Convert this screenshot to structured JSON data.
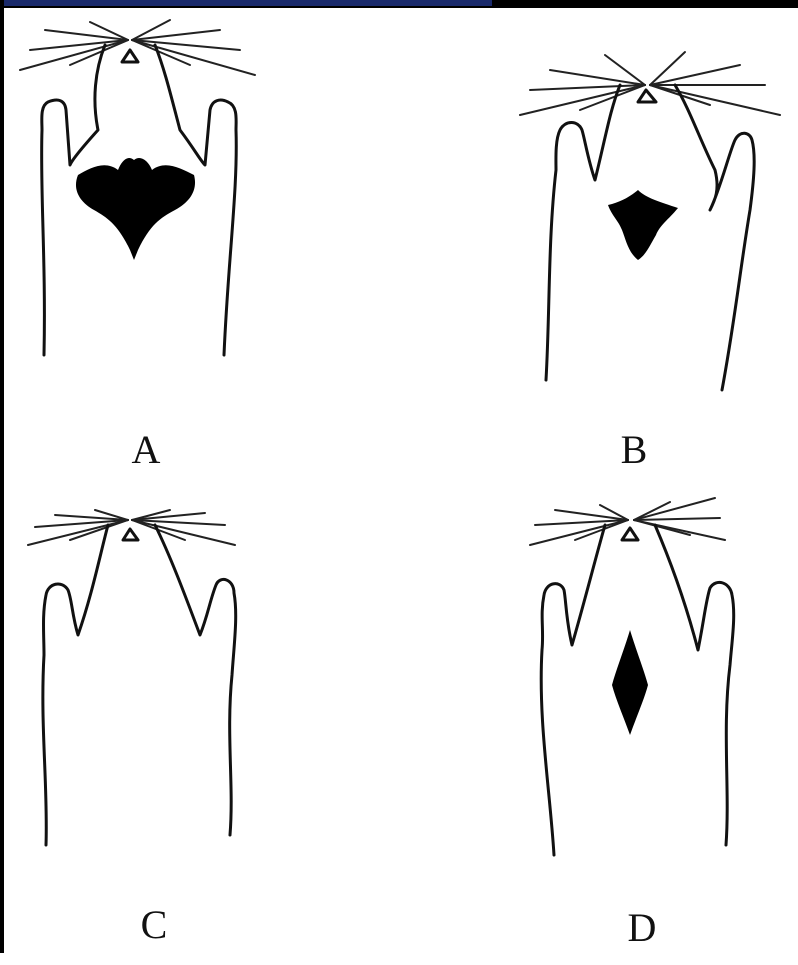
{
  "figure": {
    "panels": [
      {
        "id": "A",
        "label": "A",
        "mark": "large-crescent"
      },
      {
        "id": "B",
        "label": "B",
        "mark": "four-point-blot"
      },
      {
        "id": "C",
        "label": "C",
        "mark": "none"
      },
      {
        "id": "D",
        "label": "D",
        "mark": "vertical-diamond"
      }
    ]
  },
  "colors": {
    "ink": "#111111",
    "mark_fill": "#000000",
    "top_bar": "#000000",
    "top_bar_accent": "#1a2a6b"
  }
}
